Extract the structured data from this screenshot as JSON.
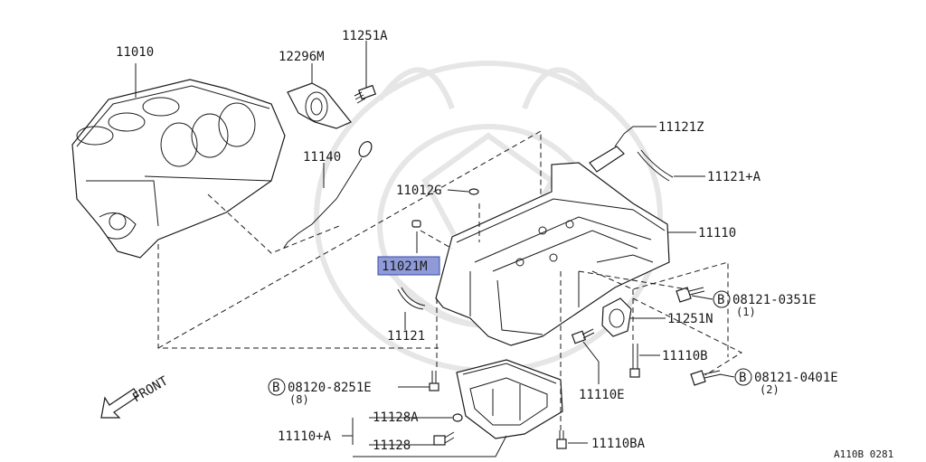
{
  "diagram": {
    "labels": {
      "block": "11010",
      "seal": "12296M",
      "bolt_seal": "11251A",
      "dipstick": "11140",
      "plug": "11012G",
      "highlight": "11021M",
      "gasket_side": "11121",
      "gasket_top": "11121Z",
      "gasket_right": "11121+A",
      "upper_pan": "11110",
      "bolt_b1": "08121-0351E",
      "bolt_b1_qty": "(1)",
      "bracket": "11251N",
      "bolt_11110b": "11110B",
      "bolt_b2": "08121-0401E",
      "bolt_b2_qty": "(2)",
      "bolt_11110e": "11110E",
      "bolt_b3": "08120-8251E",
      "bolt_b3_qty": "(8)",
      "washer": "11128A",
      "lower_pan": "11110+A",
      "drain_plug": "11128",
      "bolt_11110ba": "11110BA",
      "front": "FRONT",
      "circle_b": "B",
      "ref": "A110B 0281"
    }
  }
}
